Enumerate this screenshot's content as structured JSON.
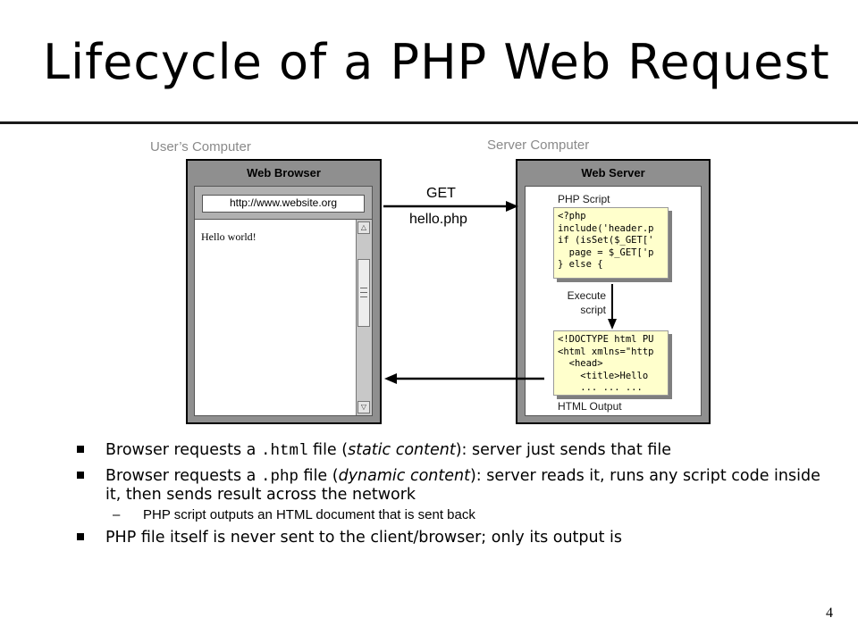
{
  "slide": {
    "title": "Lifecycle of a PHP Web Request",
    "page_number": "4"
  },
  "diagram": {
    "users_computer_label": "User’s Computer",
    "server_computer_label": "Server Computer",
    "browser": {
      "title": "Web Browser",
      "url": "http://www.website.org",
      "content": "Hello world!"
    },
    "server": {
      "title": "Web Server",
      "php_script_label": "PHP Script",
      "php_code": "<?php\ninclude('header.p\nif (isSet($_GET['\n  page = $_GET['p\n} else {",
      "execute_label": "Execute\nscript",
      "html_code": "<!DOCTYPE html PU\n<html xmlns=\"http\n  <head>\n    <title>Hello\n    ... ... ...",
      "html_output_label": "HTML Output"
    },
    "request_arrow": {
      "method": "GET",
      "file": "hello.php"
    }
  },
  "bullets": {
    "b1": {
      "pre": "Browser requests a ",
      "code": ".html",
      "mid": " file (",
      "em": "static content",
      "post": "): server just sends that file"
    },
    "b2": {
      "pre": "Browser requests a ",
      "code": ".php",
      "mid": " file (",
      "em": "dynamic content",
      "post_line1": "): server reads it, runs any script code inside",
      "post_line2": "it, then sends result across the network"
    },
    "sub": {
      "dash": "–",
      "text": "PHP script outputs an HTML document that is sent back"
    },
    "b3": "PHP file itself is never sent to the client/browser; only its output is"
  }
}
